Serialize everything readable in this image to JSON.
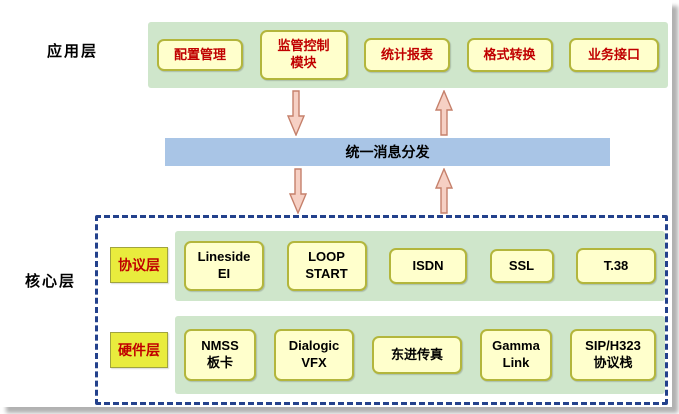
{
  "app_layer": {
    "label": "应用层",
    "boxes": [
      "配置管理",
      "监管控制\n模块",
      "统计报表",
      "格式转换",
      "业务接口"
    ]
  },
  "bus": {
    "label": "统一消息分发"
  },
  "core_layer": {
    "label": "核心层",
    "protocol": {
      "label": "协议层",
      "boxes": [
        "Lineside\nEI",
        "LOOP\nSTART",
        "ISDN",
        "SSL",
        "T.38"
      ]
    },
    "hardware": {
      "label": "硬件层",
      "boxes": [
        "NMSS\n板卡",
        "Dialogic\nVFX",
        "东进传真",
        "Gamma\nLink",
        "SIP/H323\n协议栈"
      ]
    }
  },
  "colors": {
    "panel_green": "#cfe6cb",
    "box_yellow": "#ffffcc",
    "box_border_olive": "#b3b63c",
    "app_text_red": "#c00000",
    "bus_blue": "#a9c5e6",
    "dashed_navy": "#23418c",
    "row_label_yellow": "#e9ec3d",
    "arrow_fill": "#f6d0c4",
    "arrow_stroke": "#c5806b"
  }
}
